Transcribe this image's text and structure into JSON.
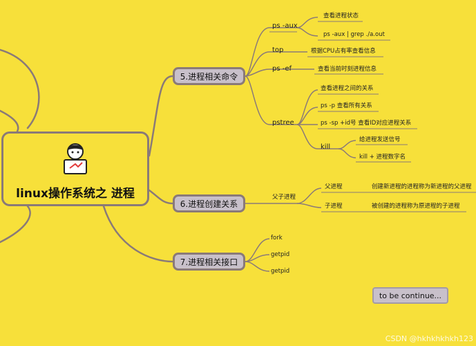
{
  "root": {
    "title": "linux操作系统之 进程",
    "icon": "person-laptop-icon"
  },
  "branches": {
    "b5": {
      "label": "5.进程相关命令",
      "ps_aux": {
        "label": "ps -aux",
        "c1": "查看进程状态",
        "c2": "ps -aux | grep ./a.out"
      },
      "top": {
        "label": "top",
        "c1": "根据CPU占有率查看信息"
      },
      "ps_ef": {
        "label": "ps -ef",
        "c1": "查看当前时刻进程信息"
      },
      "pstree": {
        "label": "pstree",
        "c1": "查看进程之间的关系",
        "c2": "ps -p 查看所有关系",
        "c3": "ps -sp +id号 查看ID对应进程关系",
        "kill": {
          "label": "kill",
          "c1": "给进程发送信号",
          "c2": "kill + 进程数字名"
        }
      }
    },
    "b6": {
      "label": "6.进程创建关系",
      "parent_child": "父子进程",
      "father": {
        "label": "父进程",
        "desc": "创建新进程的进程称为新进程的父进程"
      },
      "child": {
        "label": "子进程",
        "desc": "被创建的进程称为原进程的子进程"
      }
    },
    "b7": {
      "label": "7.进程相关接口",
      "items": [
        "fork",
        "getpid",
        "getpid"
      ]
    }
  },
  "continue_label": "to be continue...",
  "watermark": "CSDN @hkhkhkhkh123"
}
